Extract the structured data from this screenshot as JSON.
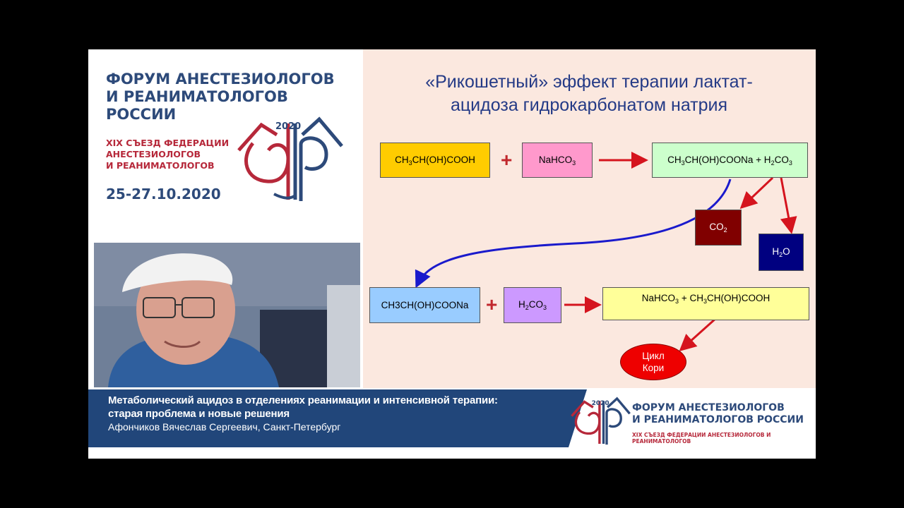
{
  "forum": {
    "title_lines": [
      "ФОРУМ АНЕСТЕЗИОЛОГОВ",
      "И РЕАНИМАТОЛОГОВ",
      "РОССИИ"
    ],
    "congress_lines": [
      "XIX СЪЕЗД ФЕДЕРАЦИИ",
      "АНЕСТЕЗИОЛОГОВ",
      "И РЕАНИМАТОЛОГОВ"
    ],
    "dates": "25-27.10.2020",
    "logo_year": "2020"
  },
  "video": {
    "description": "speaker-webcam"
  },
  "slide": {
    "title_lines": [
      "«Рикошетный» эффект терапии лактат-",
      "ацидоза гидрокарбонатом натрия"
    ],
    "boxes": {
      "lactic_acid": "CH3CH(OH)COOH",
      "nahco3": "NaHCO3",
      "products1": "CH3CH(OH)COONa + H2CO3",
      "co2": "CO2",
      "h2o": "H2O",
      "lactate": "CH3CH(OH)COONa",
      "h2co3": "H2CO3",
      "products2": "NaHCO3 + CH3CH(OH)COOH",
      "cori_line1": "Цикл",
      "cori_line2": "Кори"
    },
    "plus": "+",
    "colors": {
      "yellow": "#ffcc00",
      "pink": "#ff99cc",
      "light_green": "#ccffcc",
      "dark_red": "#800000",
      "navy": "#000080",
      "light_blue": "#99ccff",
      "violet": "#cc99ff",
      "light_yellow": "#ffff99",
      "red": "#ee0000",
      "arrow_red": "#d5141e",
      "arrow_blue": "#1a1acc"
    }
  },
  "banner": {
    "talk_title_line1": "Метаболический ацидоз в отделениях реанимации и интенсивной терапии:",
    "talk_title_line2": "старая проблема и новые решения",
    "author": "Афончиков Вячеслав Сергеевич, Санкт-Петербург",
    "forum_line1": "ФОРУМ АНЕСТЕЗИОЛОГОВ",
    "forum_line2": "И РЕАНИМАТОЛОГОВ РОССИИ",
    "congress": "XIX СЪЕЗД ФЕДЕРАЦИИ АНЕСТЕЗИОЛОГОВ И РЕАНИМАТОЛОГОВ",
    "logo_year": "2020"
  }
}
